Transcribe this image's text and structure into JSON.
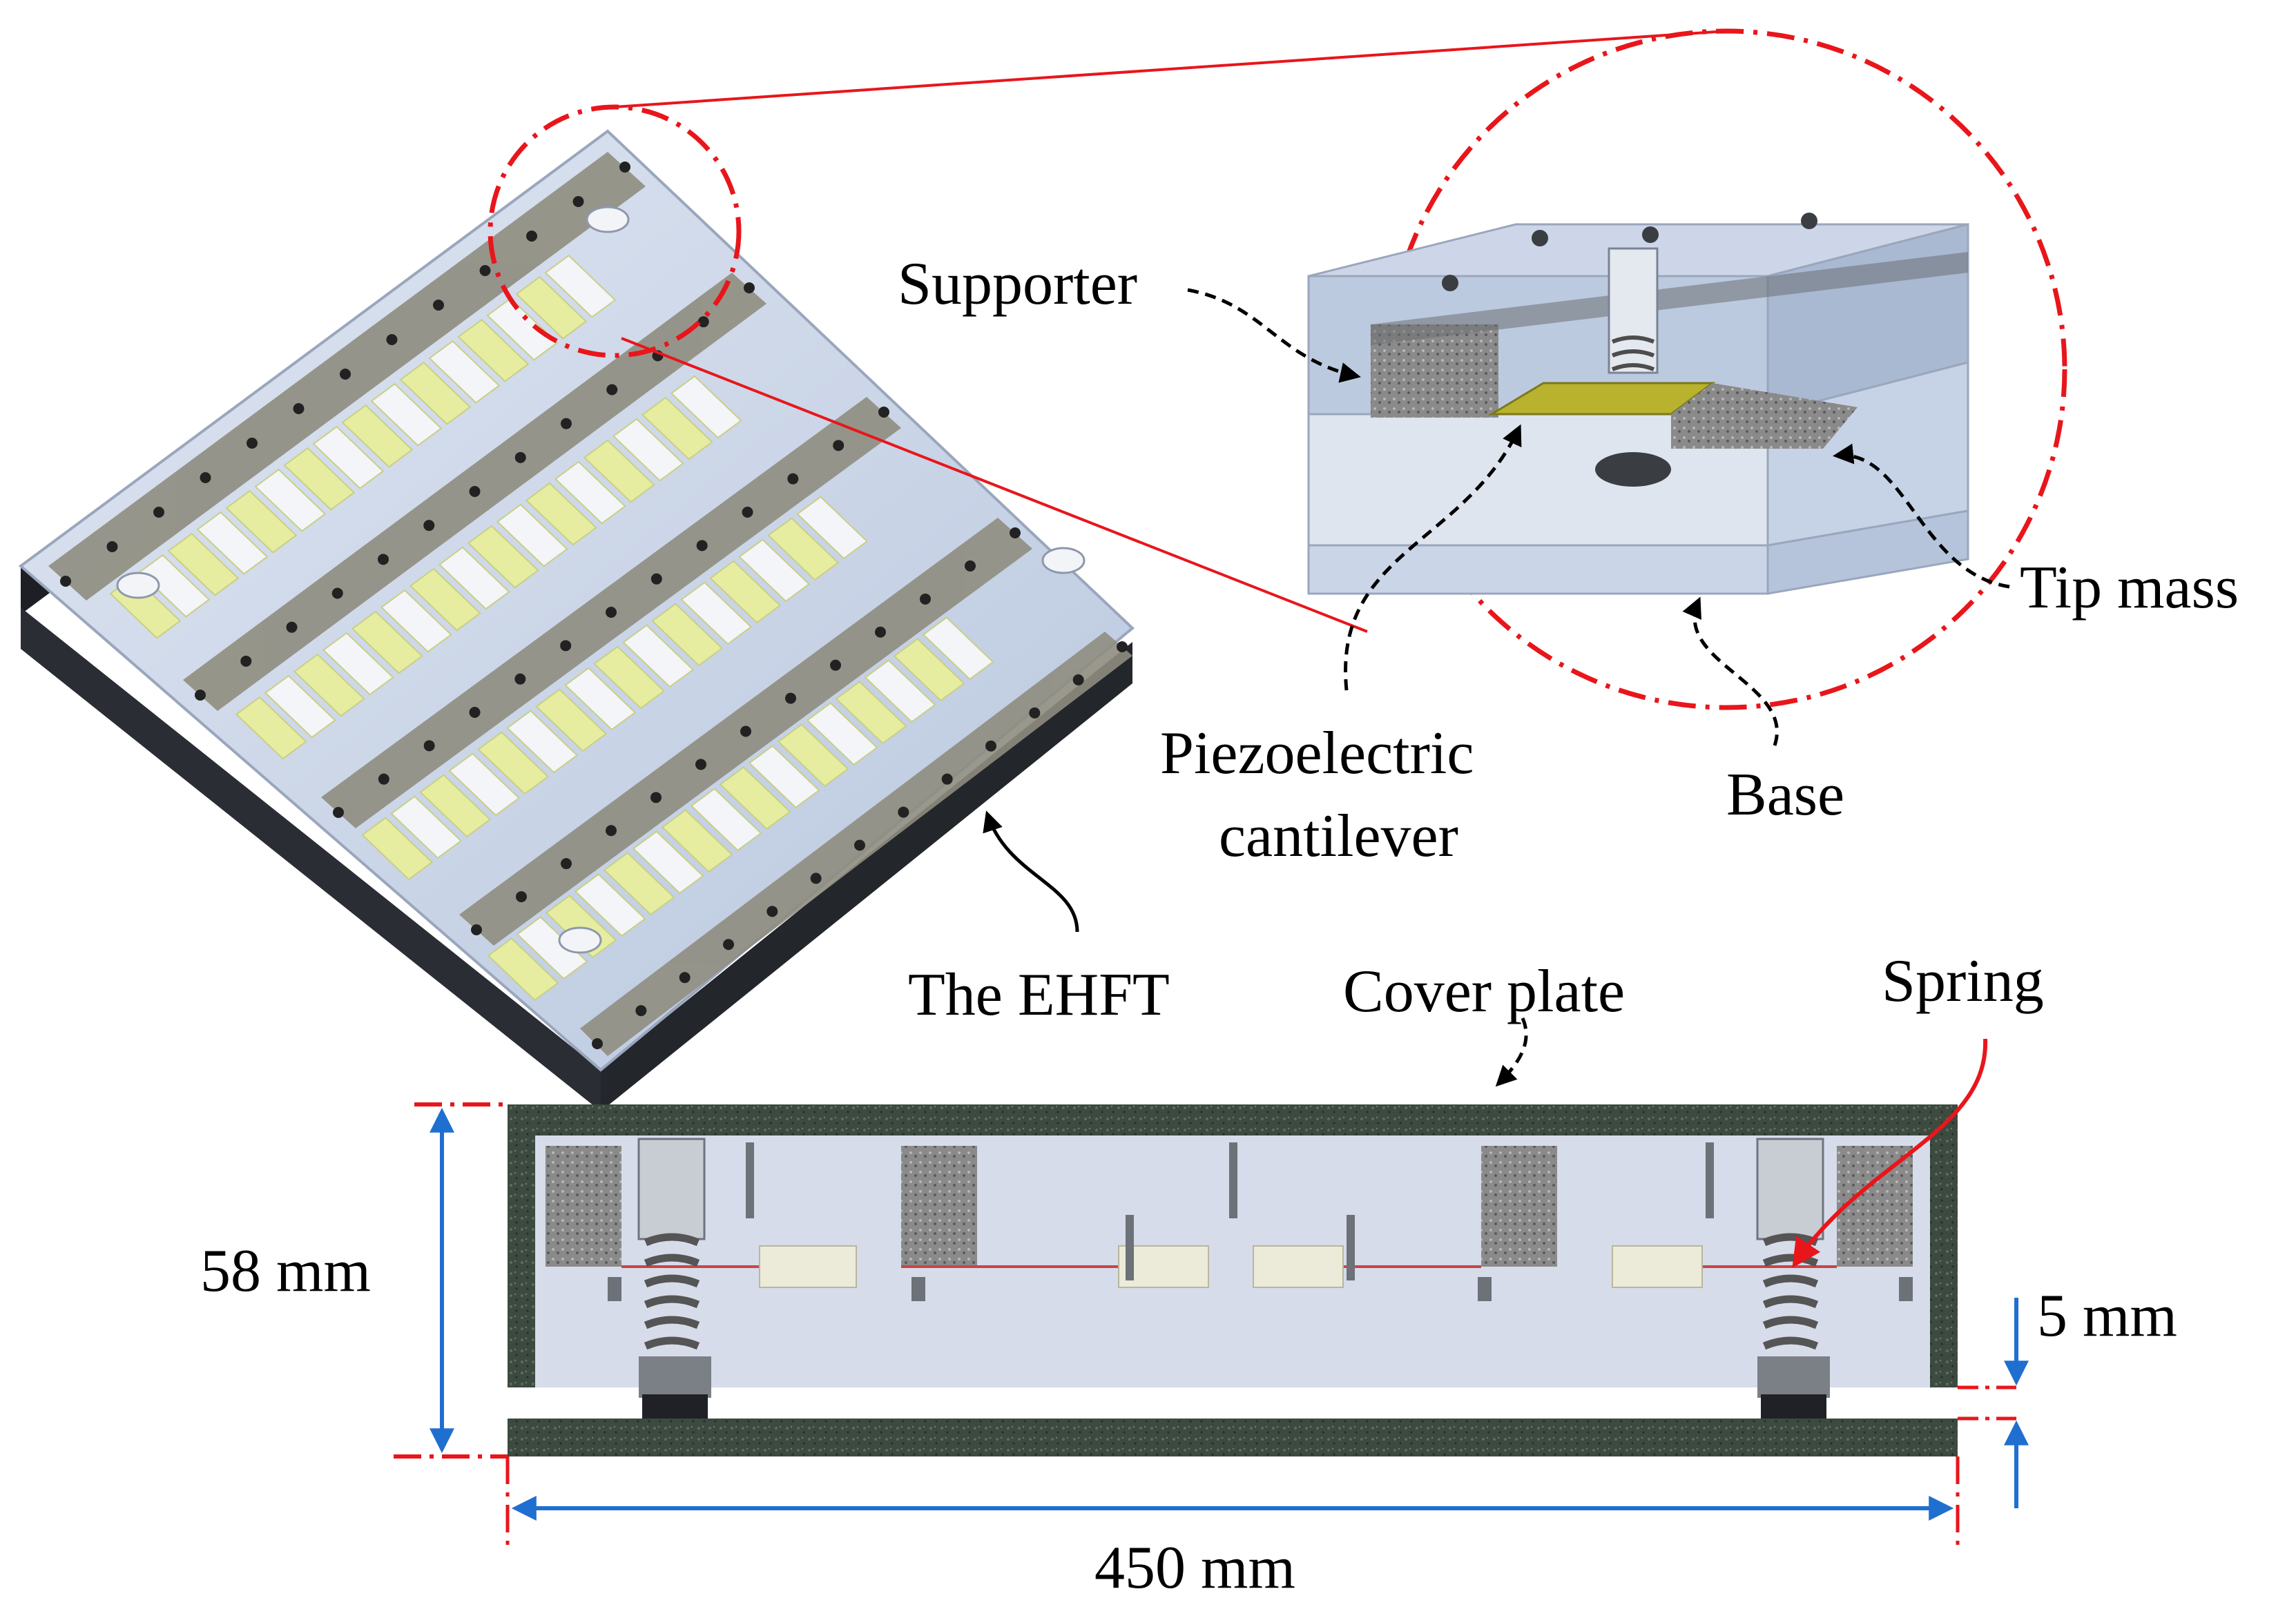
{
  "labels": {
    "supporter": "Supporter",
    "tip_mass": "Tip mass",
    "piezo_line1": "Piezoelectric",
    "piezo_line2": "cantilever",
    "base": "Base",
    "the_ehft": "The EHFT",
    "cover_plate": "Cover plate",
    "spring": "Spring",
    "height_dim": "58 mm",
    "gap_dim": "5 mm",
    "width_dim": "450 mm"
  },
  "colors": {
    "callout_red": "#e8161b",
    "dimension_blue": "#1f6fd0",
    "plate_green": "#3e4a3f",
    "piezo_yellow": "#e6eda0",
    "glass_blue": "#cfd8ea",
    "dark_frame": "#1d1f24"
  }
}
